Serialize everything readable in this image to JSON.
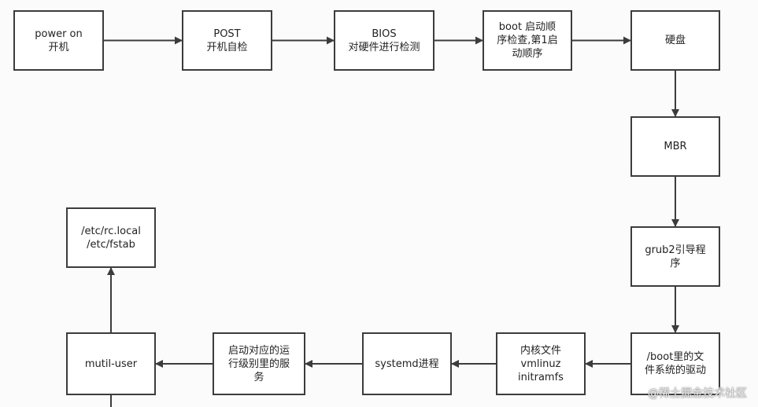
{
  "nodes": [
    {
      "id": "power-on",
      "text": "power on\n开机"
    },
    {
      "id": "post",
      "text": "POST\n开机自检"
    },
    {
      "id": "bios",
      "text": "BIOS\n对硬件进行检测"
    },
    {
      "id": "boot-order",
      "text": "boot 启动顺\n序检查,第1启\n动顺序"
    },
    {
      "id": "disk",
      "text": "硬盘"
    },
    {
      "id": "mbr",
      "text": "MBR"
    },
    {
      "id": "grub2",
      "text": "grub2引导程\n序"
    },
    {
      "id": "boot-driver",
      "text": "/boot里的文\n件系统的驱动"
    },
    {
      "id": "kernel",
      "text": "内核文件\nvmlinuz\ninitramfs"
    },
    {
      "id": "systemd",
      "text": "systemd进程"
    },
    {
      "id": "runlevel",
      "text": "启动对应的运\n行级别里的服\n务"
    },
    {
      "id": "multi-user",
      "text": "mutil-user"
    },
    {
      "id": "rc-local",
      "text": "/etc/rc.local\n/etc/fstab"
    }
  ],
  "edges": [
    {
      "from": "power-on",
      "to": "post"
    },
    {
      "from": "post",
      "to": "bios"
    },
    {
      "from": "bios",
      "to": "boot-order"
    },
    {
      "from": "boot-order",
      "to": "disk"
    },
    {
      "from": "disk",
      "to": "mbr"
    },
    {
      "from": "mbr",
      "to": "grub2"
    },
    {
      "from": "grub2",
      "to": "boot-driver"
    },
    {
      "from": "boot-driver",
      "to": "kernel"
    },
    {
      "from": "kernel",
      "to": "systemd"
    },
    {
      "from": "systemd",
      "to": "runlevel"
    },
    {
      "from": "runlevel",
      "to": "multi-user"
    },
    {
      "from": "multi-user",
      "to": "rc-local"
    }
  ],
  "watermark": "@稀土掘金技术社区"
}
